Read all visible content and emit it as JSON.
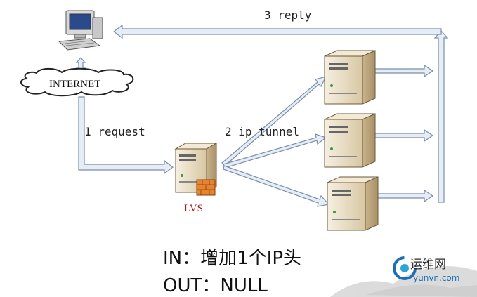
{
  "nodes": {
    "client": {
      "icon": "desktop-computer-icon"
    },
    "internet": {
      "label": "INTERNET"
    },
    "lvs": {
      "label": "LVS",
      "icon": "server-with-firewall-icon"
    },
    "real_servers": [
      {
        "icon": "server-icon"
      },
      {
        "icon": "server-icon"
      },
      {
        "icon": "server-icon"
      }
    ]
  },
  "edges": {
    "request": "1 request",
    "tunnel": "2 ip tunnel",
    "reply": "3 reply"
  },
  "legend": {
    "in_line": "IN：增加1个IP头",
    "out_line": "OUT：NULL"
  },
  "watermark": {
    "cn": "运维网",
    "en": "yunvn.com"
  },
  "colors": {
    "arrow_fill": "#e6edf6",
    "arrow_stroke": "#7a8fa8",
    "server_body": "#e9dcc2",
    "lvs_label": "#b01818"
  }
}
